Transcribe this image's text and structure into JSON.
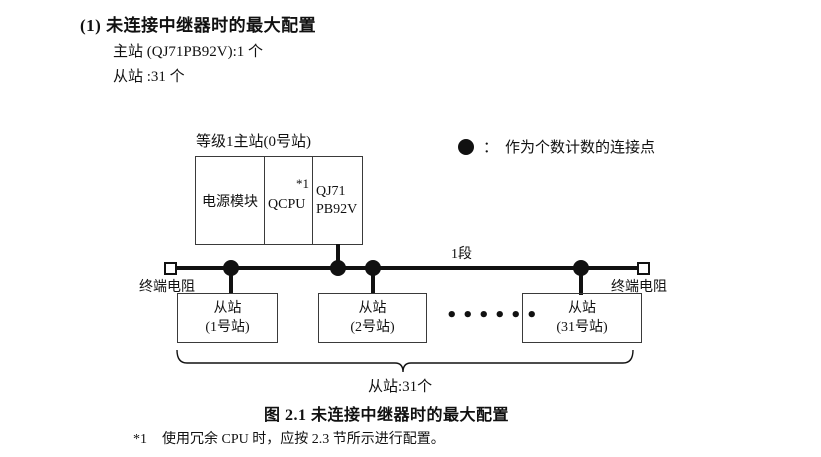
{
  "header": {
    "heading": "(1) 未连接中继器时的最大配置",
    "master_spec": "主站 (QJ71PB92V):1 个",
    "slave_spec": "从站 :31 个"
  },
  "legend": {
    "separator": "：",
    "text": "作为个数计数的连接点"
  },
  "diagram": {
    "master": {
      "label": "等级1主站(0号站)",
      "cells": [
        {
          "label": "电源模块"
        },
        {
          "label": "QCPU",
          "note": "*1"
        },
        {
          "line1": "QJ71",
          "line2": "PB92V"
        }
      ]
    },
    "bus": {
      "segment_label": "1段",
      "terminator_left": "终端电阻",
      "terminator_right": "终端电阻"
    },
    "slaves": [
      {
        "line1": "从站",
        "line2": "(1号站)"
      },
      {
        "line1": "从站",
        "line2": "(2号站)"
      },
      {
        "line1": "从站",
        "line2": "(31号站)"
      }
    ],
    "ellipsis": "••••••",
    "brace_label": "从站:31个"
  },
  "caption": "图 2.1 未连接中继器时的最大配置",
  "footnote": {
    "marker": "*1",
    "text": "使用冗余 CPU 时，应按 2.3 节所示进行配置。"
  }
}
